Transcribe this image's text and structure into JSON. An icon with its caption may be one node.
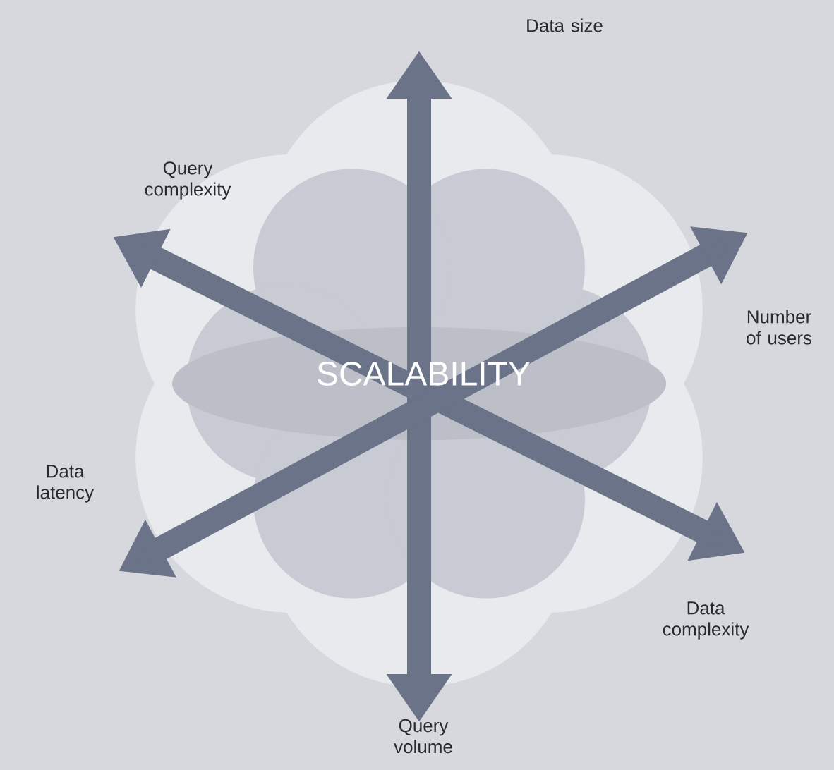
{
  "diagram": {
    "nodes": [
      {
        "text": [
          "Data size"
        ]
      },
      {
        "text": [
          "Query complexity"
        ]
      },
      {
        "text": [
          "Number of users"
        ]
      },
      {
        "text": [
          "Data latency"
        ]
      },
      {
        "text": [
          "Data complexity"
        ]
      },
      {
        "text": [
          "Query volume"
        ]
      }
    ],
    "edges": [
      {
        "from": 0,
        "to": 5,
        "arrow": "both"
      },
      {
        "from": 1,
        "to": 4,
        "arrow": "both"
      },
      {
        "from": 2,
        "to": 3,
        "arrow": "both"
      }
    ],
    "labels": [
      "SCALABILITY"
    ]
  }
}
